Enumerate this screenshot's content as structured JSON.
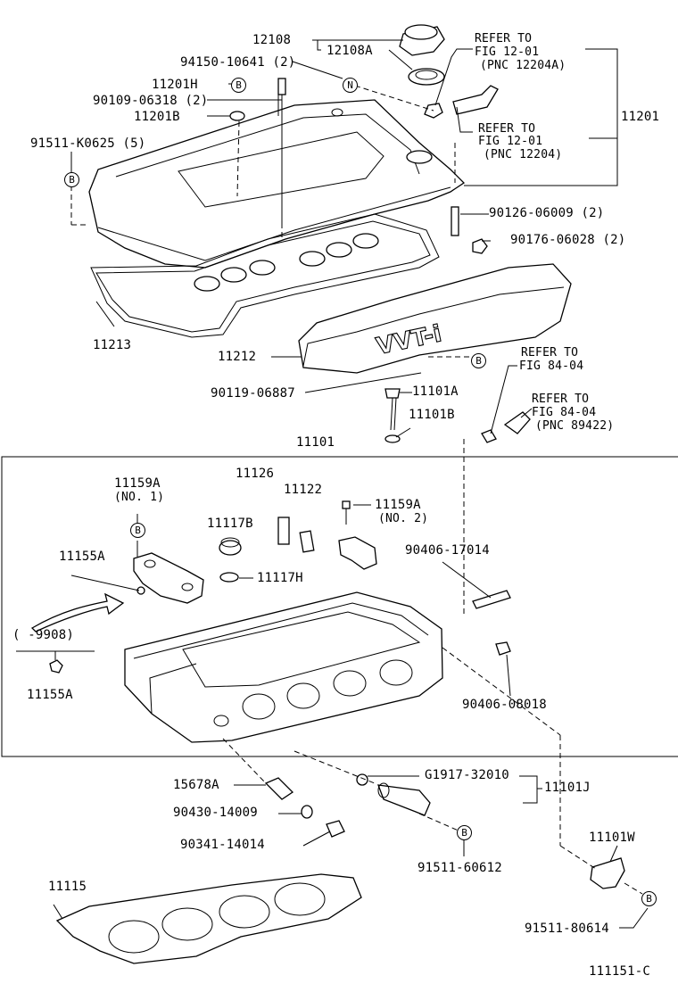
{
  "labels": {
    "p12108": "12108",
    "p12108A": "12108A",
    "p94150": "94150-10641 (2)",
    "refer1a": "REFER TO",
    "refer1b": "FIG 12-01",
    "refer1c": "(PNC 12204A)",
    "p11201H": "11201H",
    "p90109": "90109-06318 (2)",
    "p11201B": "11201B",
    "p91511k": "91511-K0625 (5)",
    "refer2a": "REFER TO",
    "refer2b": "FIG 12-01",
    "refer2c": "(PNC 12204)",
    "p11201": "11201",
    "p90126": "90126-06009 (2)",
    "p90176": "90176-06028 (2)",
    "p11213": "11213",
    "p11212": "11212",
    "refer3a": "REFER TO",
    "refer3b": "FIG 84-04",
    "p11101A": "11101A",
    "p90119": "90119-06887",
    "refer4a": "REFER TO",
    "refer4b": "FIG 84-04",
    "refer4c": "(PNC 89422)",
    "p11101B": "11101B",
    "p11101": "11101",
    "p11159A1": "11159A",
    "no1": "(NO. 1)",
    "p11126": "11126",
    "p11122": "11122",
    "p11159A2": "11159A",
    "no2": "(NO. 2)",
    "p11117B": "11117B",
    "p11155A": "11155A",
    "p90406_17014": "90406-17014",
    "p11117H": "11117H",
    "range": "(    -9908)",
    "p11155A2": "11155A",
    "p90406_08018": "90406-08018",
    "p15678A": "15678A",
    "pG1917": "G1917-32010",
    "p11101J": "11101J",
    "p90430": "90430-14009",
    "p90341": "90341-14014",
    "p91511_60612": "91511-60612",
    "p11101W": "11101W",
    "p11115": "11115",
    "p91511_80614": "91511-80614",
    "figno": "111151-C",
    "vvti": "VVT-i"
  },
  "markers": {
    "n": "N",
    "b": "B"
  }
}
